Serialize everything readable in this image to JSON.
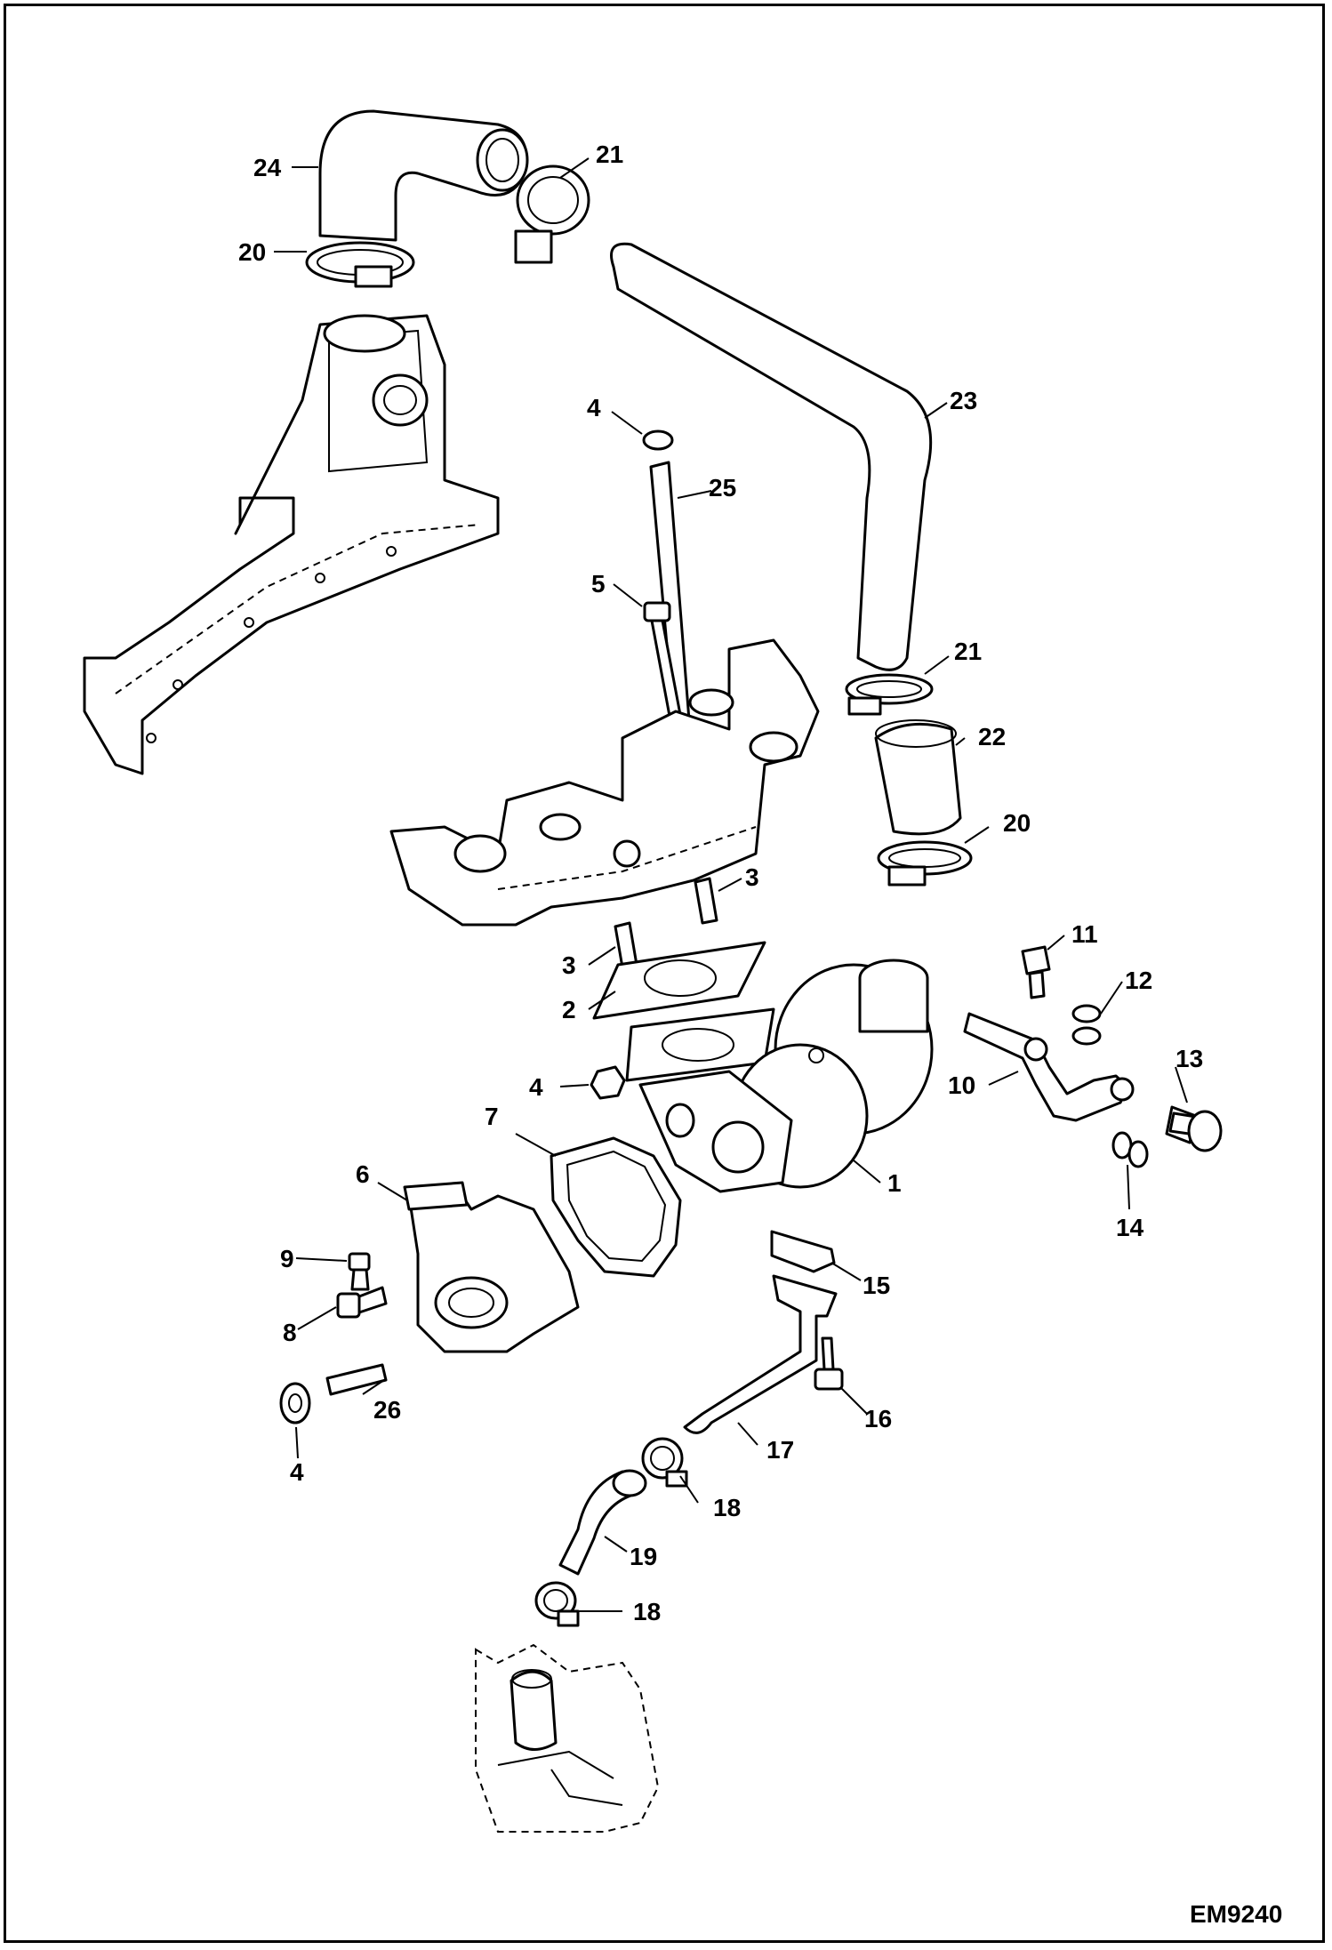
{
  "drawing_code": "EM9240",
  "callouts": [
    {
      "label": "24"
    },
    {
      "label": "21"
    },
    {
      "label": "20"
    },
    {
      "label": "4"
    },
    {
      "label": "23"
    },
    {
      "label": "25"
    },
    {
      "label": "5"
    },
    {
      "label": "21"
    },
    {
      "label": "22"
    },
    {
      "label": "20"
    },
    {
      "label": "3"
    },
    {
      "label": "3"
    },
    {
      "label": "2"
    },
    {
      "label": "11"
    },
    {
      "label": "12"
    },
    {
      "label": "13"
    },
    {
      "label": "10"
    },
    {
      "label": "4"
    },
    {
      "label": "7"
    },
    {
      "label": "1"
    },
    {
      "label": "6"
    },
    {
      "label": "14"
    },
    {
      "label": "9"
    },
    {
      "label": "15"
    },
    {
      "label": "8"
    },
    {
      "label": "16"
    },
    {
      "label": "26"
    },
    {
      "label": "17"
    },
    {
      "label": "4"
    },
    {
      "label": "18"
    },
    {
      "label": "19"
    },
    {
      "label": "18"
    }
  ]
}
